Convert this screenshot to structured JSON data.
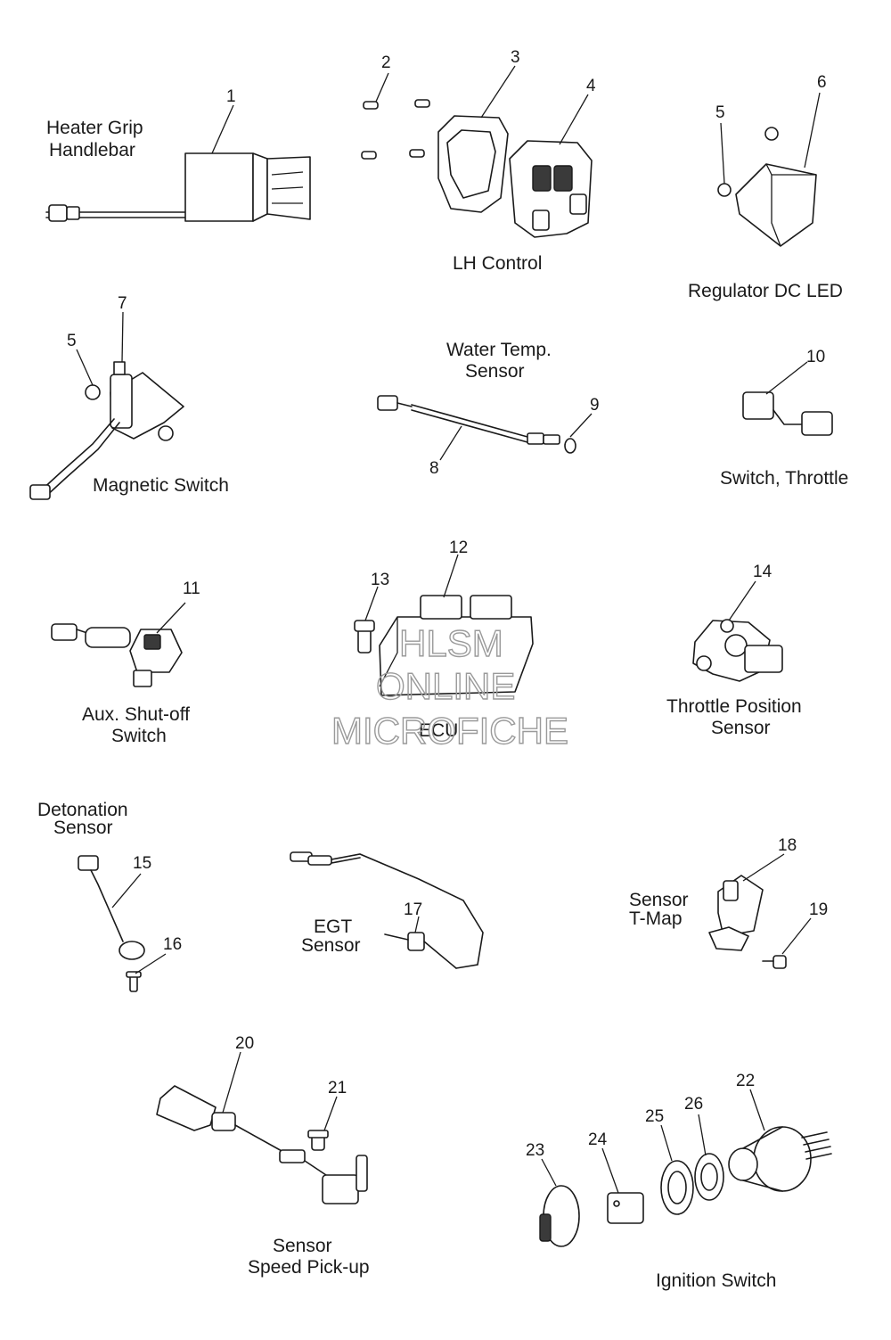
{
  "labels": {
    "heater_grip": [
      "Heater Grip",
      "Handlebar"
    ],
    "lh_control": "LH Control",
    "regulator": "Regulator DC LED",
    "water_temp": [
      "Water Temp.",
      "Sensor"
    ],
    "magnetic_switch": "Magnetic Switch",
    "switch_throttle": "Switch, Throttle",
    "aux_shutoff": [
      "Aux. Shut-off",
      "Switch"
    ],
    "ecu": "ECU",
    "throttle_position": [
      "Throttle Position",
      "Sensor"
    ],
    "detonation": [
      "Detonation",
      "Sensor"
    ],
    "egt": [
      "EGT",
      "Sensor"
    ],
    "tmap": [
      "Sensor",
      "T-Map"
    ],
    "speed_pickup": [
      "Sensor",
      "Speed Pick-up"
    ],
    "ignition": "Ignition Switch"
  },
  "callouts": {
    "c1": "1",
    "c2": "2",
    "c3": "3",
    "c4": "4",
    "c5a": "5",
    "c5b": "5",
    "c6": "6",
    "c7": "7",
    "c8": "8",
    "c9": "9",
    "c10": "10",
    "c11": "11",
    "c12": "12",
    "c13": "13",
    "c14": "14",
    "c15": "15",
    "c16": "16",
    "c17": "17",
    "c18": "18",
    "c19": "19",
    "c20": "20",
    "c21": "21",
    "c22": "22",
    "c23": "23",
    "c24": "24",
    "c25": "25",
    "c26": "26"
  },
  "watermark": [
    "HLSM",
    "ONLINE",
    "MICROFICHE"
  ]
}
